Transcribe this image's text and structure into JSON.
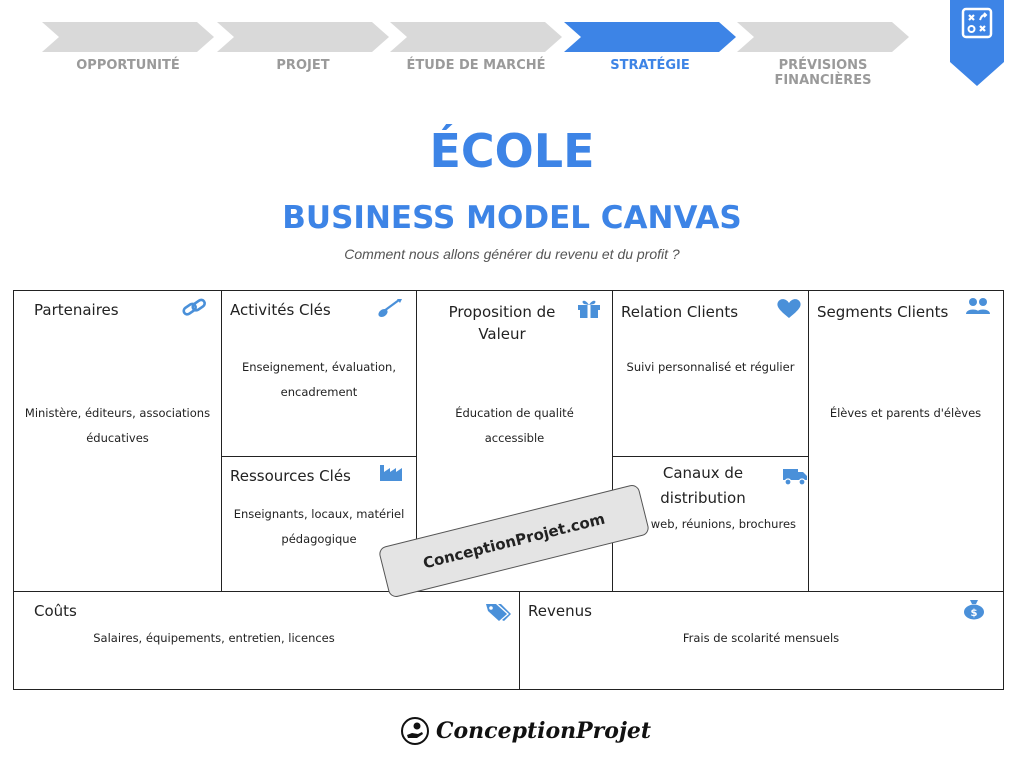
{
  "steps": [
    {
      "label": "OPPORTUNITÉ",
      "active": false
    },
    {
      "label": "PROJET",
      "active": false
    },
    {
      "label": "ÉTUDE DE MARCHÉ",
      "active": false
    },
    {
      "label": "STRATÉGIE",
      "active": true
    },
    {
      "label": "PRÉVISIONS FINANCIÈRES",
      "active": false
    }
  ],
  "bookmark_icon": "strategy-board-icon",
  "title": "ÉCOLE",
  "subtitle": "BUSINESS MODEL CANVAS",
  "tagline": "Comment nous allons générer du revenu et du profit ?",
  "canvas": {
    "partenaires": {
      "heading": "Partenaires",
      "text_1": "Ministère, éditeurs, associations",
      "text_2": "éducatives",
      "icon": "link-icon"
    },
    "activites": {
      "heading": "Activités Clés",
      "text_1": "Enseignement, évaluation,",
      "text_2": "encadrement",
      "icon": "shovel-icon"
    },
    "ressources": {
      "heading": "Ressources Clés",
      "text_1": "Enseignants, locaux, matériel",
      "text_2": "pédagogique",
      "icon": "factory-icon"
    },
    "proposition": {
      "heading_1": "Proposition de",
      "heading_2": "Valeur",
      "text_1": "Éducation de qualité",
      "text_2": "accessible",
      "icon": "gift-icon"
    },
    "relation": {
      "heading": "Relation Clients",
      "text_1": "Suivi personnalisé et régulier",
      "icon": "heart-icon"
    },
    "canaux": {
      "heading_1": "Canaux de",
      "heading_2": "distribution",
      "text_1": "Site web, réunions, brochures",
      "icon": "truck-icon"
    },
    "segments": {
      "heading": "Segments Clients",
      "text_1": "Élèves et parents d'élèves",
      "icon": "users-icon"
    },
    "couts": {
      "heading": "Coûts",
      "text_1": "Salaires, équipements, entretien, licences",
      "icon": "tags-icon"
    },
    "revenus": {
      "heading": "Revenus",
      "text_1": "Frais de scolarité mensuels",
      "icon": "money-bag-icon"
    }
  },
  "watermark": "ConceptionProjet.com",
  "footer_logo": "ConceptionProjet",
  "colors": {
    "accent": "#3d84e6",
    "icon": "#4a90d9",
    "inactive": "#d9d9d9"
  }
}
